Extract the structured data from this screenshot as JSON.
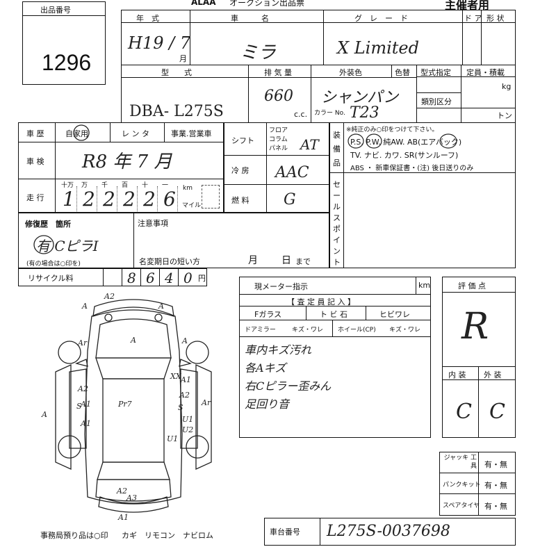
{
  "lot_label": "出品番号",
  "lot_number": "1296",
  "header_brand": "ALAA",
  "header_title": "オークション出品票",
  "header_copy": "主催者用",
  "labels": {
    "year": "年　式",
    "car": "車　　　名",
    "grade": "グ　レ　ー　ド",
    "door": "ド ア",
    "shape": "形 状",
    "model": "型　　式",
    "displacement": "排 気 量",
    "ext_color": "外装色",
    "color_change": "色替",
    "designation": "型式指定",
    "capacity": "定員・積載",
    "category": "類別区分",
    "kg": "kg",
    "ton": "トン",
    "cc": "c.c.",
    "color_no": "カラー No.",
    "history": "車 歴",
    "private_use": "自家用",
    "rental": "レ ン タ",
    "business": "事業.営業車",
    "inspection": "車 検",
    "mileage": "走 行",
    "digits": [
      "十万",
      "万",
      "千",
      "百",
      "十",
      "一"
    ],
    "km": "km",
    "mile": "マイル",
    "shift": "シフト",
    "floor": "フロア",
    "column": "コラム",
    "panel": "パネル",
    "aircon": "冷 房",
    "fuel": "燃 料",
    "equipment": "装 備 品",
    "equip_note": "※純正のみ○印をつけて下さい。",
    "equip_line1": "P.S. P.W. 純AW. AB(エアバック)",
    "equip_line2": "TV. ナビ. カワ. SR(サンルーフ)",
    "equip_line3": "ABS ・ 新車保証書・(注) 後日送りのみ",
    "sales_point": "セールスポイント",
    "repair": "修復歴　箇所",
    "repair_note": "(有の場合は○印を)",
    "caution": "注意事項",
    "name_change": "名変期日の短い方",
    "month": "月",
    "day": "日",
    "until": "まで",
    "recycle": "リサイクル料",
    "yen": "円",
    "meter": "現メーター指示",
    "meter_unit": "km",
    "assess_title": "【 査 定 員 記 入 】",
    "windshield": "Fガラス",
    "chip": "ト ビ 石",
    "crack": "ヒビワレ",
    "door_mirror": "ドアミラー",
    "mirror_opt": "キズ・ワレ",
    "wheel": "ホイール(CP)",
    "wheel_opt": "キズ・ワレ",
    "evaluation": "評 価 点",
    "interior": "内 装",
    "exterior": "外 装",
    "jack": "ジャッキ 工　具",
    "puncture": "パンクキット",
    "spare": "スペアタイヤ",
    "have_none": "有・無",
    "chassis": "車台番号",
    "office_items": "事務局預り品は○印",
    "keys": "カギ　リモコン　ナビロム"
  },
  "values": {
    "year": "H19 / 7",
    "year_month_unit": "月",
    "car": "ミラ",
    "grade": "X Limited",
    "model": "DBA- L275S",
    "displacement": "660",
    "ext_color": "シャンパン",
    "color_no": "T23",
    "inspection": "R8 年 7 月",
    "mileage_digits": [
      "1",
      "2",
      "2",
      "2",
      "2",
      "6"
    ],
    "shift": "AT",
    "aircon": "AAC",
    "fuel": "G",
    "repair": "有 CピラI",
    "recycle_digits": [
      "",
      "8",
      "6",
      "4",
      "0"
    ],
    "notes": [
      "車内キズ汚れ",
      "各Aキズ",
      "右Cピラー歪みん",
      "足回り音"
    ],
    "score": "R",
    "interior": "C",
    "exterior": "C",
    "chassis": "L275S-0037698"
  },
  "diagram": {
    "marks": [
      "A2",
      "A",
      "A",
      "A",
      "Ar",
      "A",
      "A",
      "A2",
      "A1",
      "A1",
      "U1",
      "A2",
      "Ar",
      "A1",
      "S",
      "S",
      "Pr7",
      "A2",
      "A3",
      "A1",
      "U1",
      "XX",
      "U2"
    ]
  }
}
